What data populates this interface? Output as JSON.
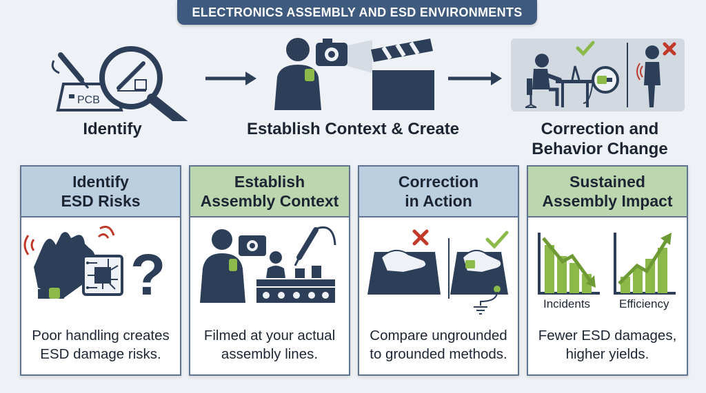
{
  "header": {
    "title": "ELECTRONICS ASSEMBLY AND ESD ENVIRONMENTS"
  },
  "flow": {
    "steps": [
      {
        "label": "Identify",
        "pcb_label": "PCB"
      },
      {
        "label": "Establish Context & Create"
      },
      {
        "label_line1": "Correction and",
        "label_line2": "Behavior Change"
      }
    ]
  },
  "cards": [
    {
      "title_line1": "Identify",
      "title_line2": "ESD Risks",
      "text_line1": "Poor handling creates",
      "text_line2": "ESD damage risks."
    },
    {
      "title_line1": "Establish",
      "title_line2": "Assembly Context",
      "text_line1": "Filmed at your actual",
      "text_line2": "assembly lines."
    },
    {
      "title_line1": "Correction",
      "title_line2": "in Action",
      "text_line1": "Compare ungrounded",
      "text_line2": "to grounded methods."
    },
    {
      "title_line1": "Sustained",
      "title_line2": "Assembly Impact",
      "text_line1": "Fewer ESD damages,",
      "text_line2": "higher yields.",
      "chart_left_label": "Incidents",
      "chart_right_label": "Efficiency"
    }
  ],
  "colors": {
    "navy": "#2c3e58",
    "banner": "#3e5a7e",
    "green_accent": "#8cba4a",
    "red_x": "#c0392b",
    "head_blue": "#bccfe0",
    "head_green": "#bcd7b0"
  }
}
